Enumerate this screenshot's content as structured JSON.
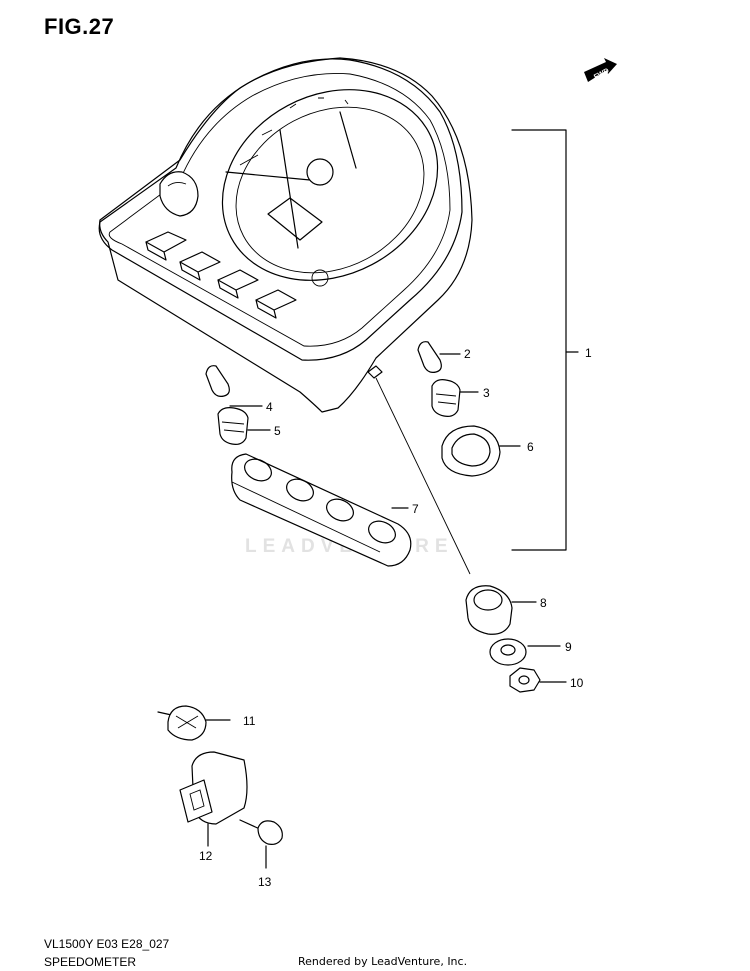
{
  "header": {
    "figure_label": "FIG.27"
  },
  "direction_badge": "FWD",
  "watermark": "LEADVENTURE",
  "callouts": [
    "1",
    "2",
    "3",
    "4",
    "5",
    "6",
    "7",
    "8",
    "9",
    "10",
    "11",
    "12",
    "13"
  ],
  "footer": {
    "model_code": "VL1500Y E03 E28_027",
    "section_name": "SPEEDOMETER",
    "rendered_by": "Rendered by LeadVenture, Inc."
  }
}
